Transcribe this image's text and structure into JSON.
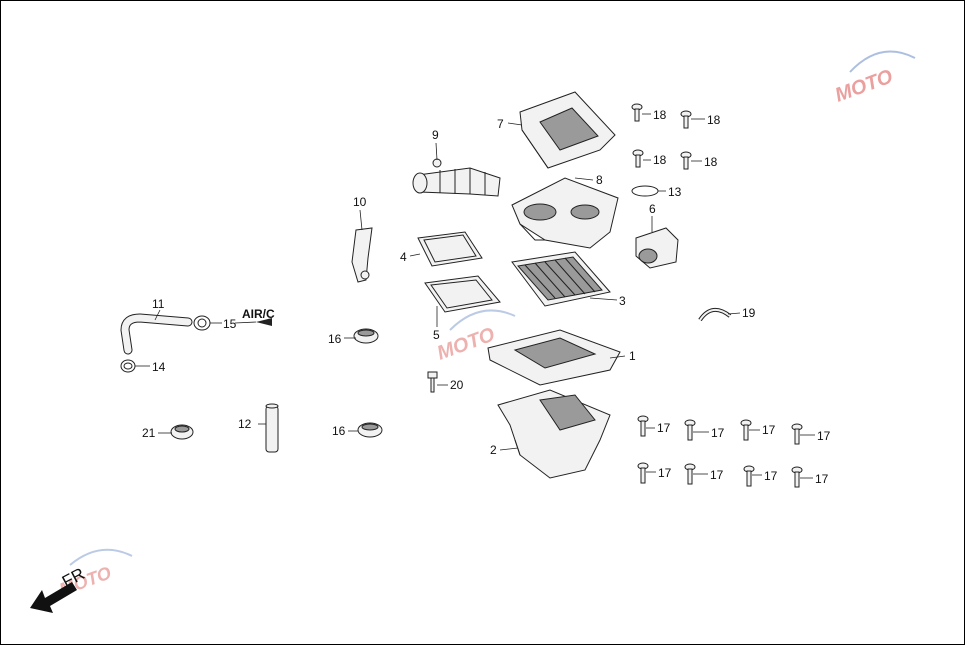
{
  "callouts": {
    "c1": "1",
    "c2": "2",
    "c3": "3",
    "c4": "4",
    "c5": "5",
    "c6": "6",
    "c7": "7",
    "c8": "8",
    "c9": "9",
    "c10": "10",
    "c11": "11",
    "c12": "12",
    "c13": "13",
    "c14": "14",
    "c15": "15",
    "c16a": "16",
    "c16b": "16",
    "c17a": "17",
    "c17b": "17",
    "c17c": "17",
    "c17d": "17",
    "c17e": "17",
    "c17f": "17",
    "c17g": "17",
    "c17h": "17",
    "c18a": "18",
    "c18b": "18",
    "c18c": "18",
    "c18d": "18",
    "c19": "19",
    "c20": "20",
    "c21": "21"
  },
  "air_label": "AIR/C",
  "direction_label": "FR",
  "watermark": {
    "brand": "MOTO",
    "color": "#d9534f"
  }
}
